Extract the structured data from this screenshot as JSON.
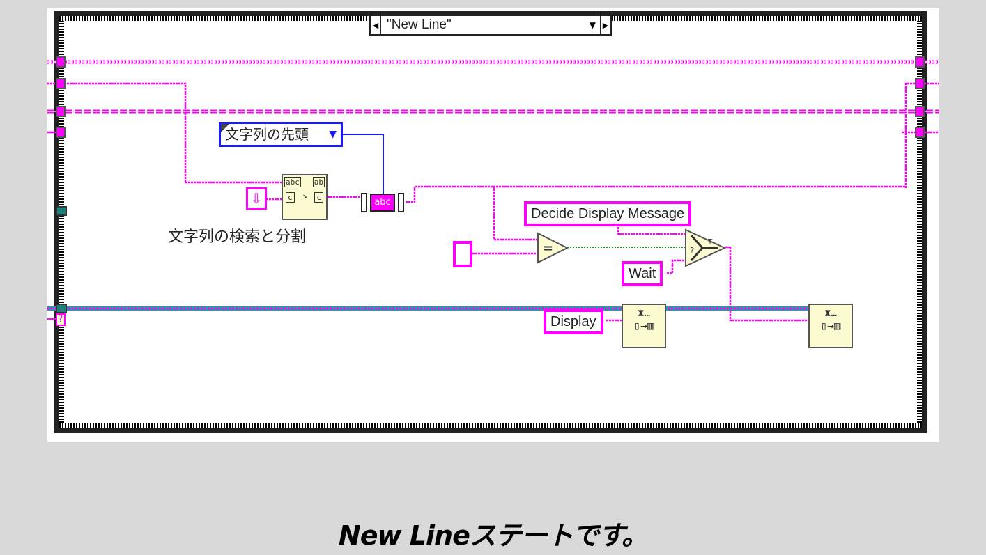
{
  "case_structure": {
    "selector_value": "\"New Line\"",
    "prev_arrow": "◀",
    "next_arrow": "▶",
    "dropdown_arrow": "▼"
  },
  "nodes": {
    "enum_constant": {
      "value": "文字列の先頭",
      "dropdown": "▼"
    },
    "search_split_function": {
      "label": "文字列の検索と分割",
      "icon_top_left": "abc",
      "icon_top_right": "ab",
      "icon_mid_left": "c",
      "icon_mid_right": "c"
    },
    "line_feed_constant": {
      "glyph": "⇩"
    },
    "build_array": {
      "element": "abc"
    },
    "empty_string_constant": {
      "value": ""
    },
    "equal_function": {
      "glyph": "="
    },
    "select_function": {
      "glyph_true": "T",
      "glyph_false": "F",
      "glyph_q": "?"
    },
    "decide_display_message_constant": {
      "value": "Decide Display Message"
    },
    "wait_constant": {
      "value": "Wait"
    },
    "display_constant": {
      "value": "Display"
    },
    "enqueue_element_1": {
      "glyph": "⧗…",
      "sub": "▯→▥"
    },
    "enqueue_element_2": {
      "glyph": "⧗…",
      "sub": "▯→▥"
    },
    "error_terminal": {
      "glyph": "?"
    }
  },
  "colors": {
    "string_wire": "#ff00ff",
    "enum_wire": "#1a1aff",
    "boolean_wire": "#1a8a1a",
    "error_wire": "#1f9fa0"
  },
  "caption": "New Lineステートです。"
}
